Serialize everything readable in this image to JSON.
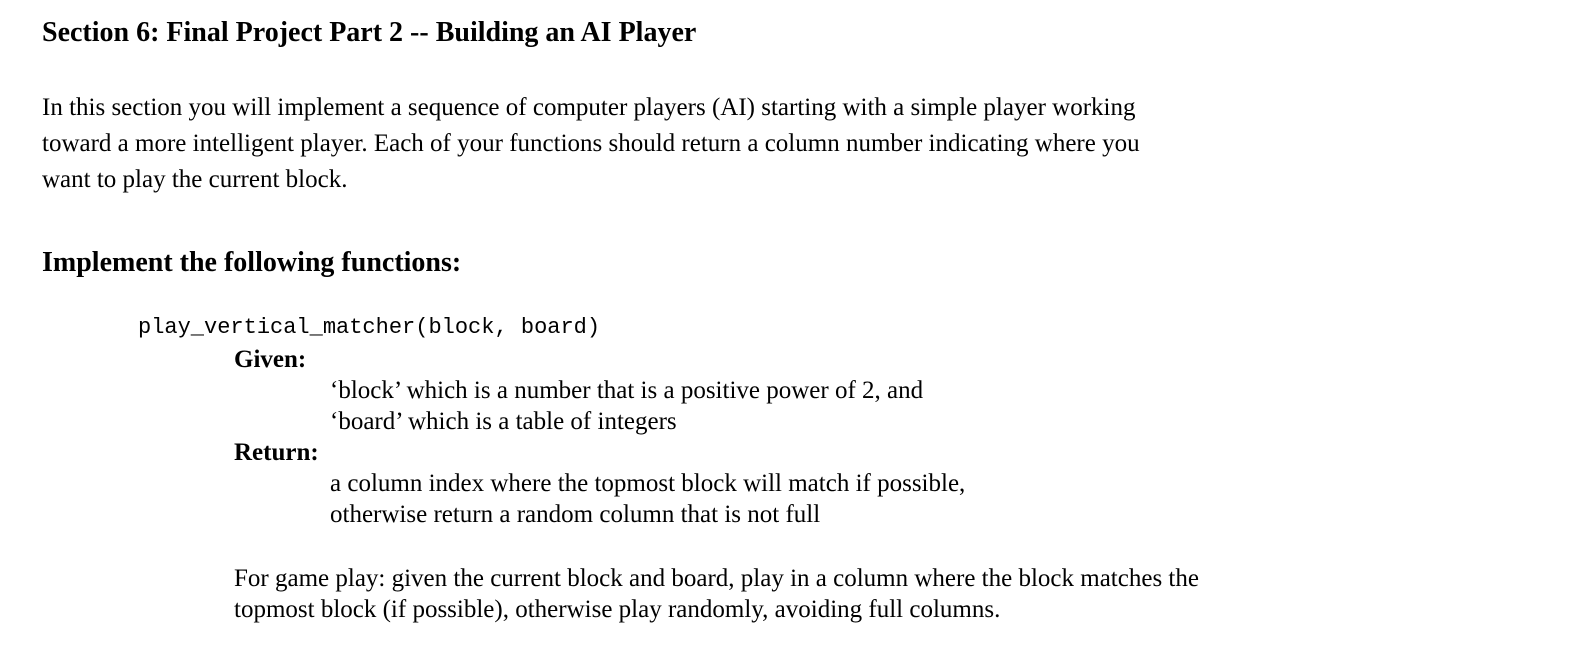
{
  "page": {
    "title": "Section 6: Final Project Part 2 -- Building an AI Player",
    "intro_lines": [
      "In this section you will implement a sequence of computer players (AI) starting with a simple player working",
      "toward a more intelligent player. Each of your functions should return a column number indicating where you",
      "want to play the current block."
    ],
    "subtitle": "Implement the following functions:",
    "fn": {
      "signature": "play_vertical_matcher(block, board)",
      "given_label": "Given:",
      "given_items": [
        "‘block’ which is a number that is a positive power of 2, and",
        "‘board’ which is a table of integers"
      ],
      "return_label": "Return:",
      "return_items": [
        "a column index where the topmost block will match if possible,",
        "otherwise return a random column that is not full"
      ],
      "gameplay_lines": [
        "For game play: given the current block and board, play in a column where the block matches the",
        "topmost block (if possible), otherwise play randomly, avoiding full columns."
      ]
    }
  }
}
